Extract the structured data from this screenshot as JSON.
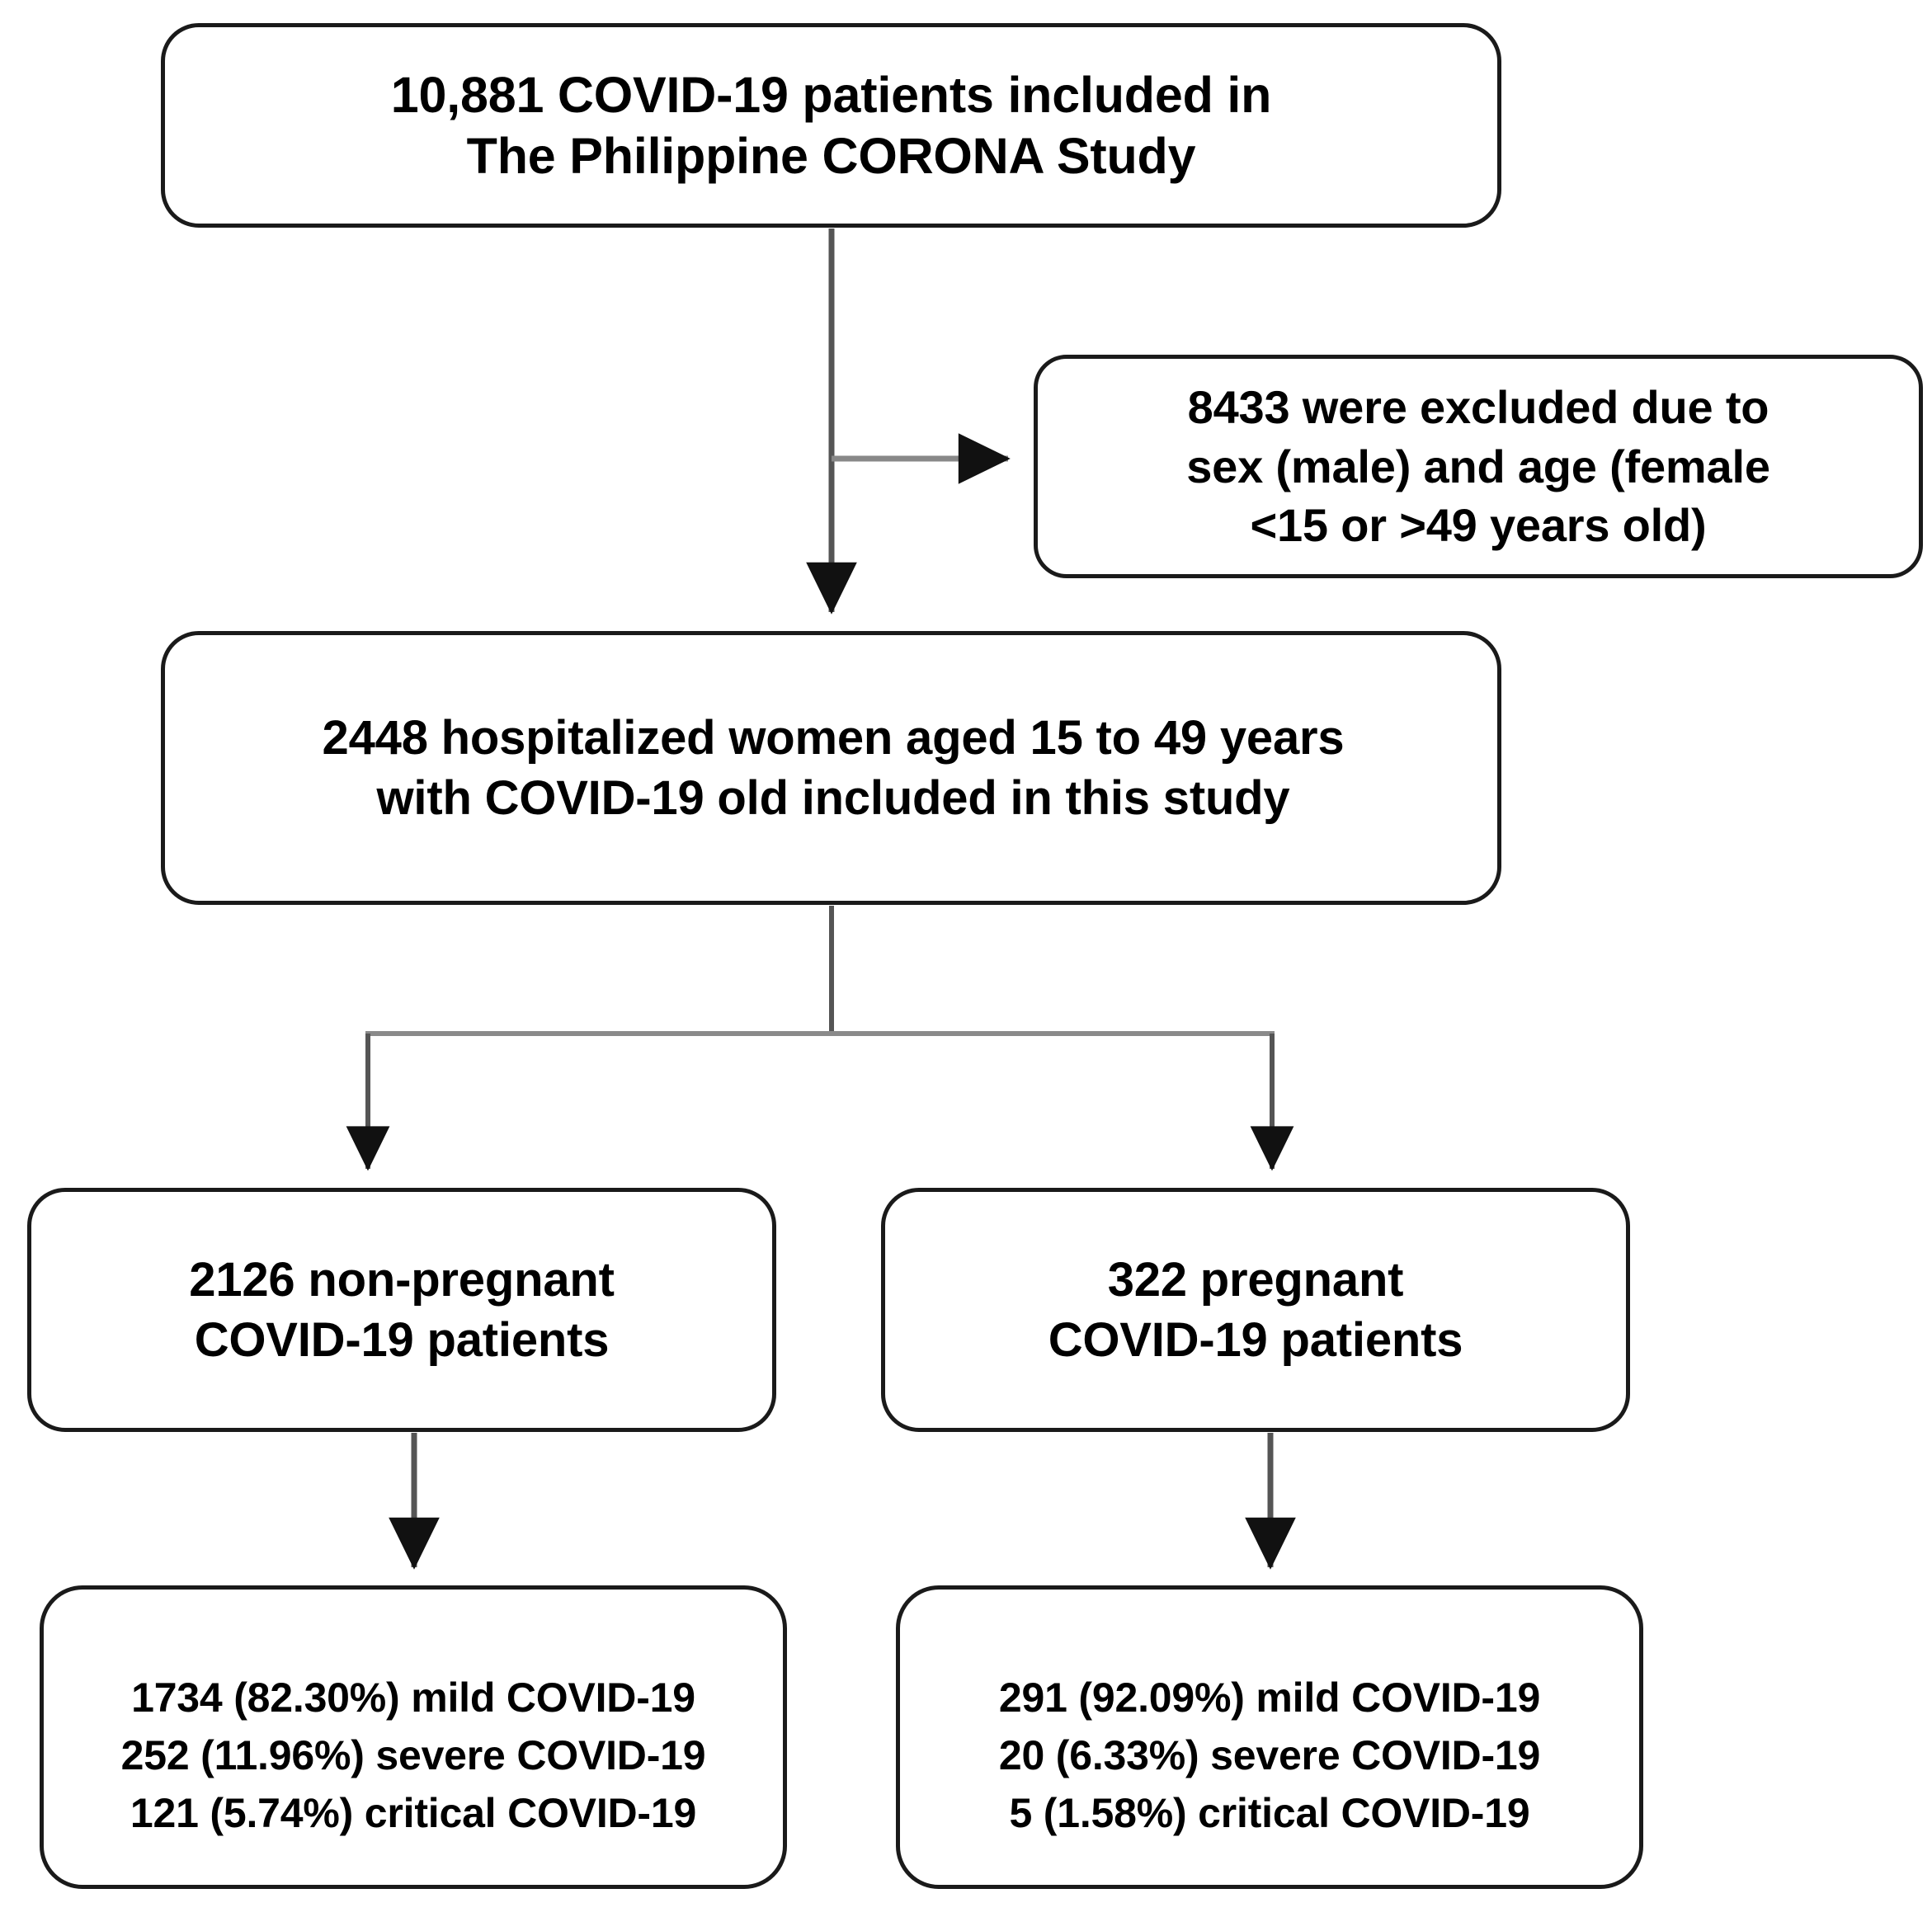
{
  "diagram": {
    "title": "Patient selection flowchart for The Philippine CORONA Study",
    "type": "flowchart",
    "stroke_color": "#1a1a1a",
    "connector_color": "#4d4d4d",
    "background_color": "#ffffff"
  },
  "nodes": {
    "total": {
      "lines": [
        "10,881 COVID-19 patients included in",
        "The Philippine CORONA Study"
      ],
      "count": 10881
    },
    "excluded": {
      "lines": [
        "8433 were excluded due to",
        "sex (male) and age (female",
        "<15 or >49 years old)"
      ],
      "count": 8433
    },
    "included": {
      "lines": [
        "2448 hospitalized women aged 15 to 49 years",
        "with COVID-19 old included in this study"
      ],
      "count": 2448
    },
    "non_pregnant": {
      "lines": [
        "2126 non-pregnant",
        "COVID-19 patients"
      ],
      "count": 2126
    },
    "pregnant": {
      "lines": [
        "322 pregnant",
        "COVID-19 patients"
      ],
      "count": 322
    },
    "non_pregnant_outcomes": {
      "lines": [
        "1734 (82.30%) mild COVID-19",
        "252 (11.96%) severe COVID-19",
        "121 (5.74%) critical COVID-19"
      ],
      "severity": [
        {
          "label": "mild COVID-19",
          "count": 1734,
          "percent": 82.3
        },
        {
          "label": "severe COVID-19",
          "count": 252,
          "percent": 11.96
        },
        {
          "label": "critical COVID-19",
          "count": 121,
          "percent": 5.74
        }
      ]
    },
    "pregnant_outcomes": {
      "lines": [
        "291 (92.09%) mild COVID-19",
        "20 (6.33%) severe COVID-19",
        "5 (1.58%) critical COVID-19"
      ],
      "severity": [
        {
          "label": "mild COVID-19",
          "count": 291,
          "percent": 92.09
        },
        {
          "label": "severe COVID-19",
          "count": 20,
          "percent": 6.33
        },
        {
          "label": "critical COVID-19",
          "count": 5,
          "percent": 1.58
        }
      ]
    }
  }
}
